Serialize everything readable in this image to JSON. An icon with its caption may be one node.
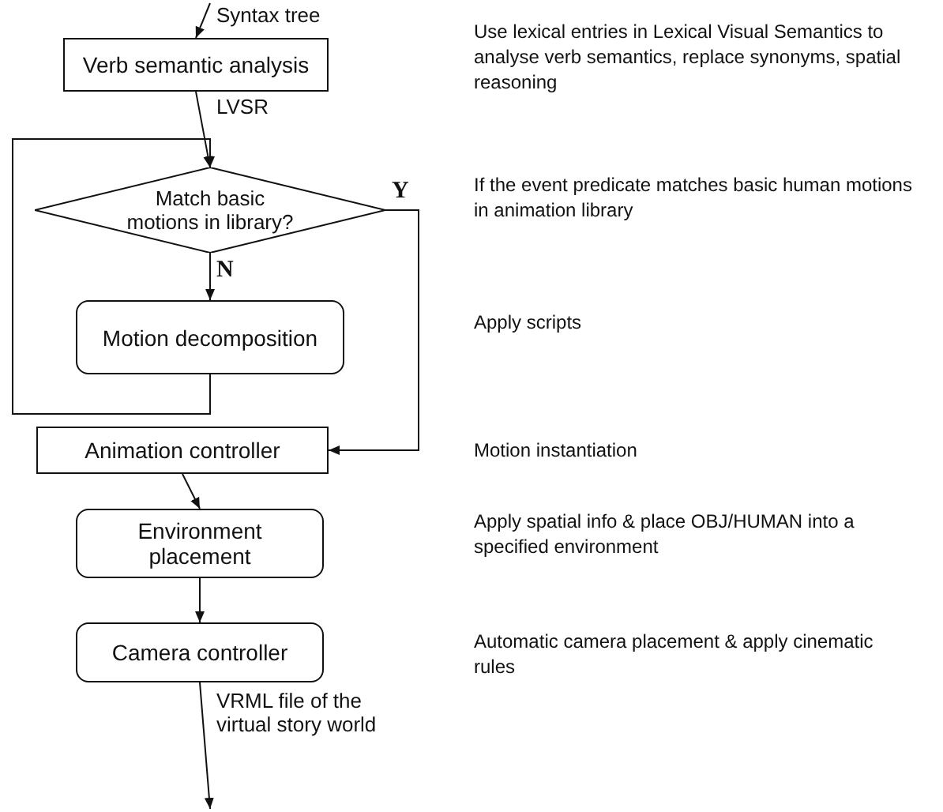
{
  "diagram": {
    "nodes": [
      {
        "text": [
          "Verb semantic analysis"
        ]
      },
      {
        "text": [
          "Match basic motions in library?"
        ]
      },
      {
        "text": [
          "Motion decomposition"
        ]
      },
      {
        "text": [
          "Animation controller"
        ]
      },
      {
        "text": [
          "Environment placement"
        ]
      },
      {
        "text": [
          "Camera controller"
        ]
      }
    ],
    "edges": [
      {
        "from": null,
        "to": 0,
        "arrow": "to",
        "label": "Syntax tree"
      },
      {
        "from": 0,
        "to": 1,
        "arrow": "to",
        "label": "LVSR"
      },
      {
        "from": 2,
        "to": 1,
        "arrow": "to"
      },
      {
        "from": 1,
        "to": 2,
        "arrow": "to",
        "label": "N"
      },
      {
        "from": 1,
        "to": 3,
        "arrow": "to",
        "label": "Y"
      },
      {
        "from": 3,
        "to": 4,
        "arrow": "to"
      },
      {
        "from": 4,
        "to": 5,
        "arrow": "to"
      },
      {
        "from": 5,
        "to": null,
        "arrow": "to",
        "label": "VRML file of the virtual story world"
      }
    ],
    "labels": [
      "Use lexical entries in Lexical Visual Semantics to analyse verb semantics, replace synonyms, spatial reasoning",
      "If the event predicate matches basic human motions in animation library",
      "Apply scripts",
      "Motion instantiation",
      "Apply spatial info & place OBJ/HUMAN into a specified environment",
      "Automatic camera placement & apply cinematic rules"
    ]
  }
}
